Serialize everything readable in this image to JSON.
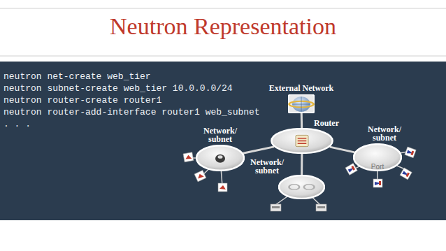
{
  "diagram": {
    "title": "Neutron Representation",
    "nodes": [
      {
        "text": [
          "External Network"
        ]
      },
      {
        "text": [
          "Router"
        ]
      },
      {
        "text": [
          "Network/ subnet"
        ]
      },
      {
        "text": [
          "Network/ subnet",
          "Port"
        ]
      },
      {
        "text": [
          "Network/ subnet"
        ]
      }
    ],
    "edges": [
      {
        "from": 0,
        "to": 1,
        "arrow": "none"
      },
      {
        "from": 1,
        "to": 2,
        "arrow": "none"
      },
      {
        "from": 1,
        "to": 3,
        "arrow": "none"
      },
      {
        "from": 1,
        "to": 4,
        "arrow": "none"
      }
    ],
    "labels": [
      "neutron net-create web_tier",
      "neutron subnet-create web_tier 10.0.0.0/24",
      "neutron router-create router1",
      "neutron router-add-interface router1 web_subnet",
      ". . ."
    ]
  }
}
